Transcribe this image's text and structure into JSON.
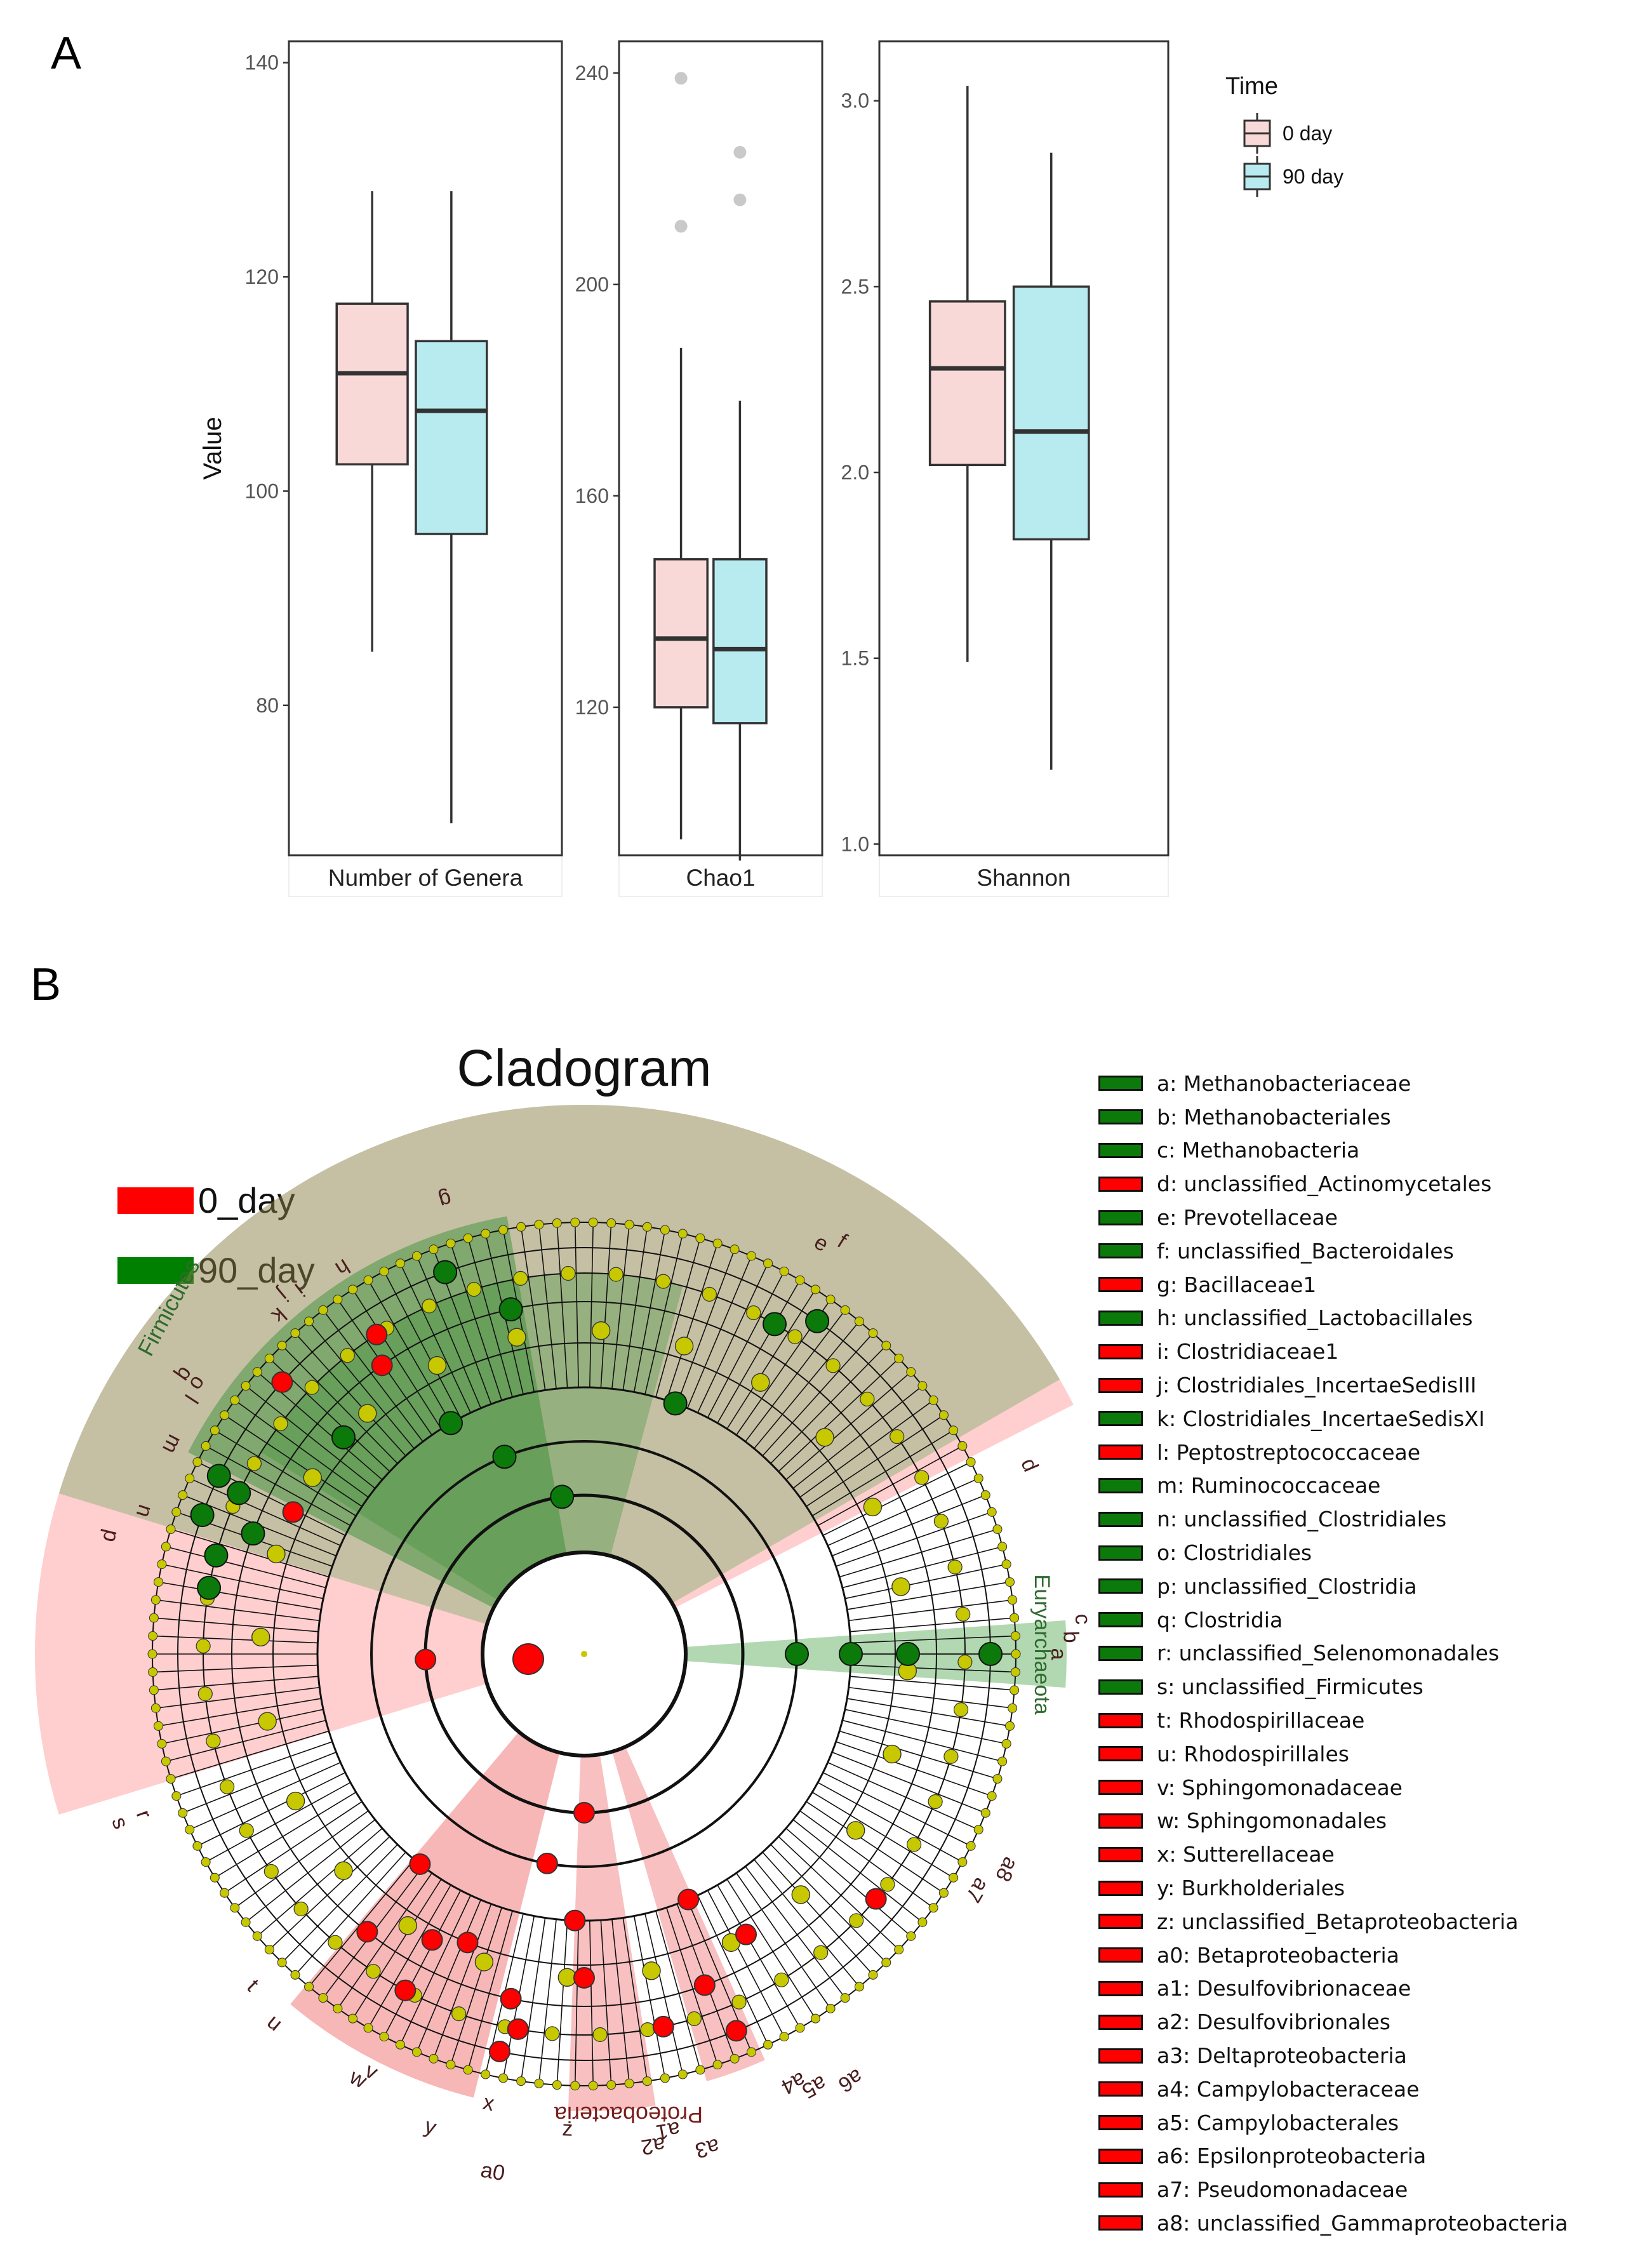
{
  "panel_labels": {
    "a": "A",
    "b": "B"
  },
  "chart_data": [
    {
      "type": "boxplot",
      "panel": "A",
      "ylabel": "Value",
      "legend": {
        "title": "Time",
        "position": "right",
        "entries": [
          {
            "name": "0 day",
            "color": "#F9D9D7"
          },
          {
            "name": "90 day",
            "color": "#B8EBEF"
          }
        ]
      },
      "facets": [
        {
          "name": "Number of Genera",
          "ylim": [
            66,
            142
          ],
          "ticks": [
            80,
            100,
            120,
            140
          ],
          "boxes": [
            {
              "group": "0 day",
              "min": 85,
              "q1": 102.5,
              "median": 111,
              "q3": 117.5,
              "max": 128,
              "outliers": []
            },
            {
              "group": "90 day",
              "min": 69,
              "q1": 96,
              "median": 107.5,
              "q3": 114,
              "max": 128,
              "outliers": []
            }
          ]
        },
        {
          "name": "Chao1",
          "ylim": [
            92,
            246
          ],
          "ticks": [
            120,
            160,
            200,
            240
          ],
          "boxes": [
            {
              "group": "0 day",
              "min": 95,
              "q1": 120,
              "median": 133,
              "q3": 148,
              "max": 188,
              "outliers": [
                211,
                239
              ]
            },
            {
              "group": "90 day",
              "min": 91,
              "q1": 117,
              "median": 131,
              "q3": 148,
              "max": 178,
              "outliers": [
                216,
                225
              ]
            }
          ]
        },
        {
          "name": "Shannon",
          "ylim": [
            0.97,
            3.16
          ],
          "ticks": [
            "1.0",
            "1.5",
            "2.0",
            "2.5",
            "3.0"
          ],
          "boxes": [
            {
              "group": "0 day",
              "min": 1.49,
              "q1": 2.02,
              "median": 2.28,
              "q3": 2.46,
              "max": 3.04,
              "outliers": []
            },
            {
              "group": "90 day",
              "min": 1.2,
              "q1": 1.82,
              "median": 2.11,
              "q3": 2.5,
              "max": 2.86,
              "outliers": []
            }
          ]
        }
      ]
    },
    {
      "type": "cladogram",
      "panel": "B",
      "title": "Cladogram",
      "legend": {
        "position": "top-left",
        "entries": [
          {
            "name": "0_day",
            "color": "#FF0000"
          },
          {
            "name": "90_day",
            "color": "#008000"
          }
        ]
      },
      "phyla": [
        {
          "name": "Firmicutes",
          "color": "#2E6B2E"
        },
        {
          "name": "Euryarchaeota",
          "color": "#2E6B2E"
        },
        {
          "name": "Proteobacteria",
          "color": "#7A1E1E"
        }
      ],
      "highlight_colors": {
        "red": "#FF0000",
        "green": "#0B7A0B",
        "node": "#C8C800"
      },
      "ring_letters": [
        "a",
        "b",
        "c",
        "d",
        "e",
        "f",
        "g",
        "h",
        "i",
        "j",
        "k",
        "l",
        "m",
        "n",
        "o",
        "p",
        "q",
        "r",
        "s",
        "t",
        "u",
        "v",
        "w",
        "x",
        "y",
        "z",
        "a0",
        "a1",
        "a2",
        "a3",
        "a4",
        "a5",
        "a6",
        "a7",
        "a8"
      ],
      "taxa": [
        {
          "code": "a",
          "name": "a: Methanobacteriaceae",
          "group": "90_day"
        },
        {
          "code": "b",
          "name": "b: Methanobacteriales",
          "group": "90_day"
        },
        {
          "code": "c",
          "name": "c: Methanobacteria",
          "group": "90_day"
        },
        {
          "code": "d",
          "name": "d: unclassified_Actinomycetales",
          "group": "0_day"
        },
        {
          "code": "e",
          "name": "e: Prevotellaceae",
          "group": "90_day"
        },
        {
          "code": "f",
          "name": "f: unclassified_Bacteroidales",
          "group": "90_day"
        },
        {
          "code": "g",
          "name": "g: Bacillaceae1",
          "group": "0_day"
        },
        {
          "code": "h",
          "name": "h: unclassified_Lactobacillales",
          "group": "90_day"
        },
        {
          "code": "i",
          "name": "i: Clostridiaceae1",
          "group": "0_day"
        },
        {
          "code": "j",
          "name": "j: Clostridiales_IncertaeSedisIII",
          "group": "0_day"
        },
        {
          "code": "k",
          "name": "k: Clostridiales_IncertaeSedisXI",
          "group": "90_day"
        },
        {
          "code": "l",
          "name": "l: Peptostreptococcaceae",
          "group": "0_day"
        },
        {
          "code": "m",
          "name": "m: Ruminococcaceae",
          "group": "90_day"
        },
        {
          "code": "n",
          "name": "n: unclassified_Clostridiales",
          "group": "90_day"
        },
        {
          "code": "o",
          "name": "o: Clostridiales",
          "group": "90_day"
        },
        {
          "code": "p",
          "name": "p: unclassified_Clostridia",
          "group": "90_day"
        },
        {
          "code": "q",
          "name": "q: Clostridia",
          "group": "90_day"
        },
        {
          "code": "r",
          "name": "r: unclassified_Selenomonadales",
          "group": "90_day"
        },
        {
          "code": "s",
          "name": "s: unclassified_Firmicutes",
          "group": "90_day"
        },
        {
          "code": "t",
          "name": "t: Rhodospirillaceae",
          "group": "0_day"
        },
        {
          "code": "u",
          "name": "u: Rhodospirillales",
          "group": "0_day"
        },
        {
          "code": "v",
          "name": "v: Sphingomonadaceae",
          "group": "0_day"
        },
        {
          "code": "w",
          "name": "w: Sphingomonadales",
          "group": "0_day"
        },
        {
          "code": "x",
          "name": "x: Sutterellaceae",
          "group": "0_day"
        },
        {
          "code": "y",
          "name": "y: Burkholderiales",
          "group": "0_day"
        },
        {
          "code": "z",
          "name": "z: unclassified_Betaproteobacteria",
          "group": "0_day"
        },
        {
          "code": "a0",
          "name": "a0: Betaproteobacteria",
          "group": "0_day"
        },
        {
          "code": "a1",
          "name": "a1: Desulfovibrionaceae",
          "group": "0_day"
        },
        {
          "code": "a2",
          "name": "a2: Desulfovibrionales",
          "group": "0_day"
        },
        {
          "code": "a3",
          "name": "a3: Deltaproteobacteria",
          "group": "0_day"
        },
        {
          "code": "a4",
          "name": "a4: Campylobacteraceae",
          "group": "0_day"
        },
        {
          "code": "a5",
          "name": "a5: Campylobacterales",
          "group": "0_day"
        },
        {
          "code": "a6",
          "name": "a6: Epsilonproteobacteria",
          "group": "0_day"
        },
        {
          "code": "a7",
          "name": "a7: Pseudomonadaceae",
          "group": "0_day"
        },
        {
          "code": "a8",
          "name": "a8: unclassified_Gammaproteobacteria",
          "group": "0_day"
        }
      ]
    }
  ]
}
